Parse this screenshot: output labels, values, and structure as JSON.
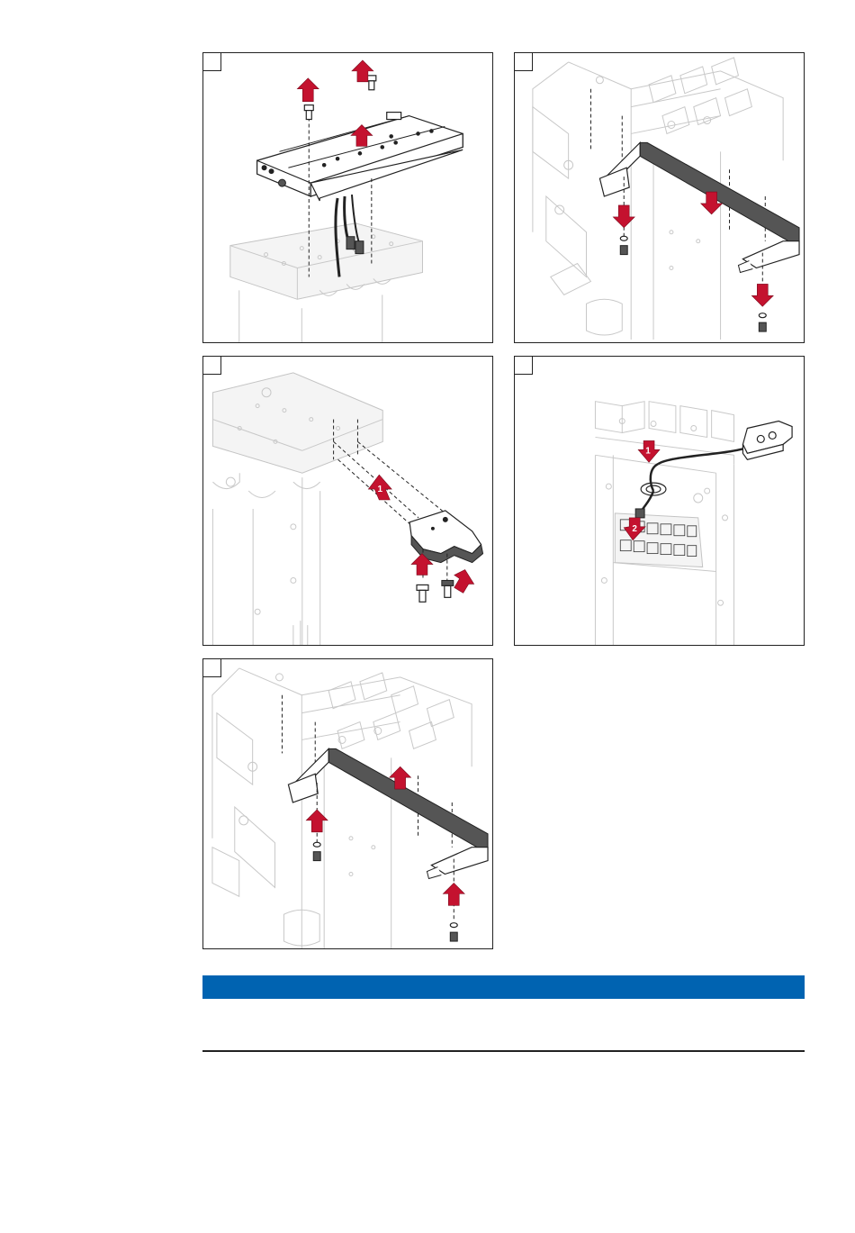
{
  "figure": {
    "panels": [
      {
        "id": "step-1"
      },
      {
        "id": "step-2"
      },
      {
        "id": "step-3"
      },
      {
        "id": "step-4",
        "callouts": [
          "1",
          "2"
        ]
      },
      {
        "id": "step-5"
      }
    ],
    "step3_callout": "1"
  },
  "note": {
    "bar_color": "#0063b1",
    "text": ""
  },
  "colors": {
    "arrow": "#c4122f",
    "line": "#222222",
    "ghost": "#c8c8c8"
  }
}
